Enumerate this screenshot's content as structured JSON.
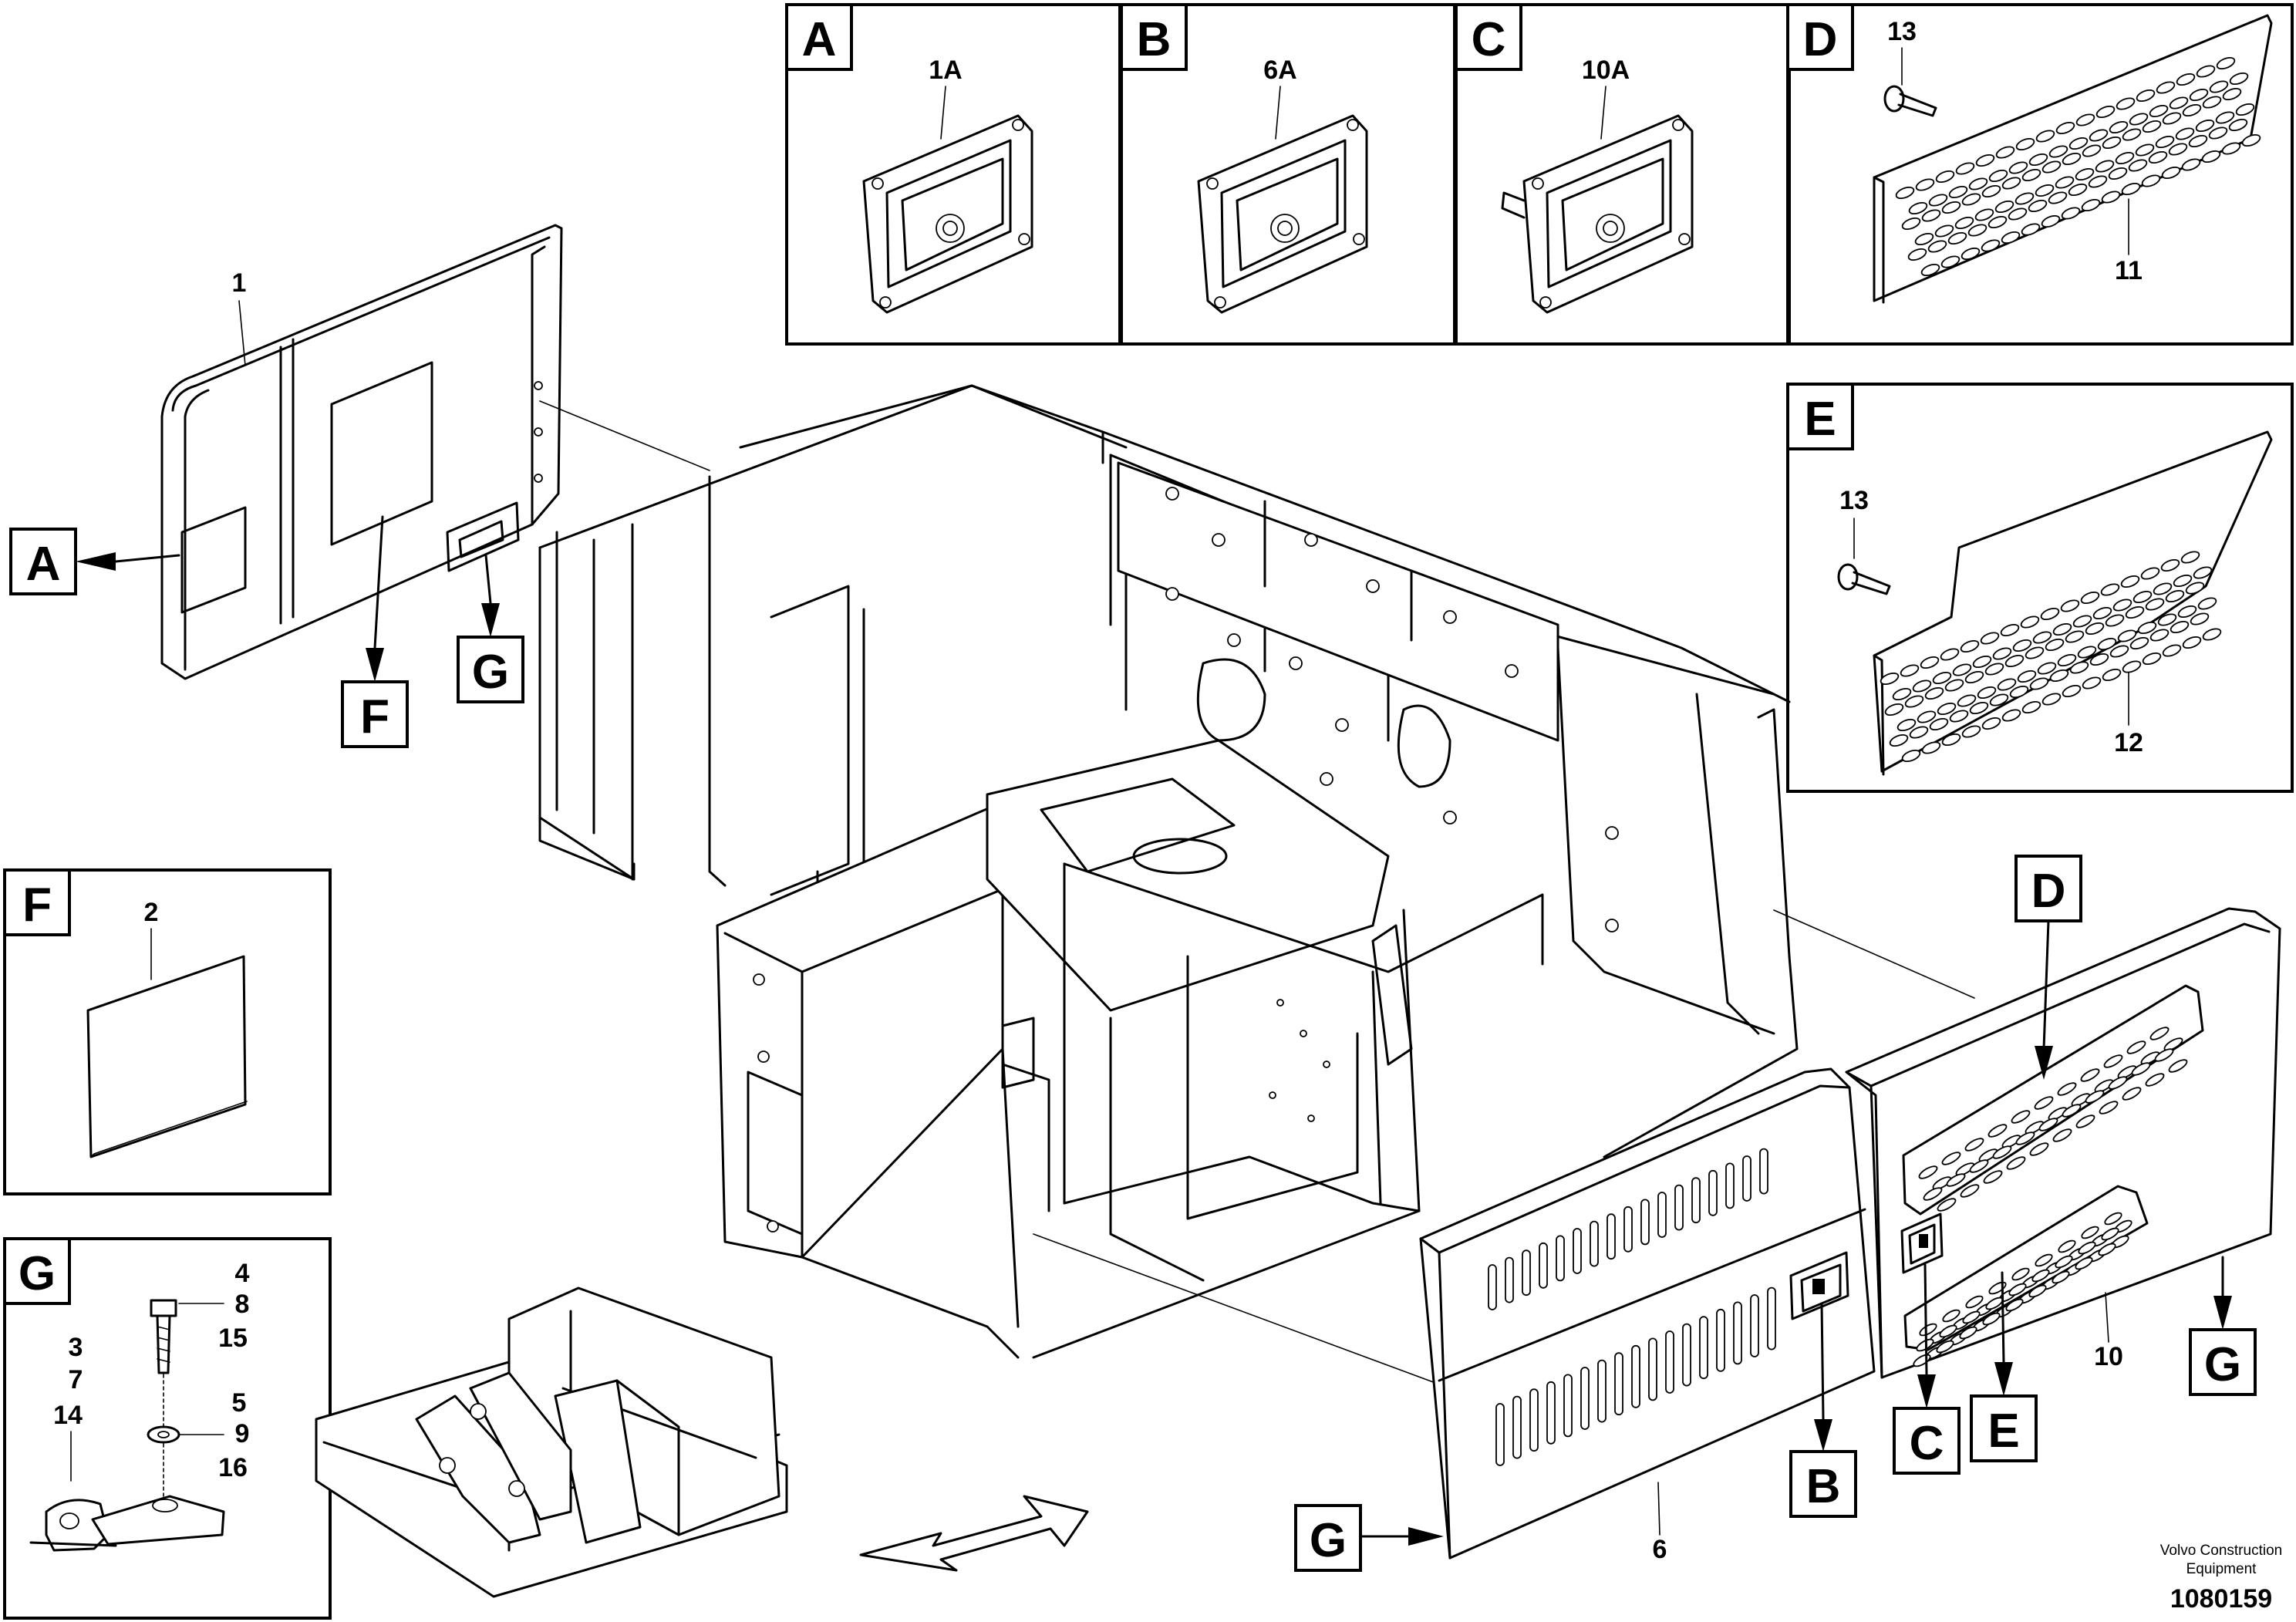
{
  "callouts": {
    "A": "A",
    "B": "B",
    "C": "C",
    "D": "D",
    "E": "E",
    "F": "F",
    "G": "G"
  },
  "parts": {
    "door_left": "1",
    "handle_a": "1A",
    "handle_b": "6A",
    "handle_c": "10A",
    "screw_d": "13",
    "grille_d": "11",
    "screw_e": "13",
    "grille_e": "12",
    "decal": "2",
    "g_list_1": [
      "4",
      "8",
      "15"
    ],
    "g_list_2": [
      "3",
      "7",
      "14"
    ],
    "g_list_3": [
      "5",
      "9",
      "16"
    ],
    "door_mid": "6",
    "door_right": "10"
  },
  "footer": {
    "company_line1": "Volvo Construction",
    "company_line2": "Equipment",
    "drawing_number": "1080159"
  }
}
